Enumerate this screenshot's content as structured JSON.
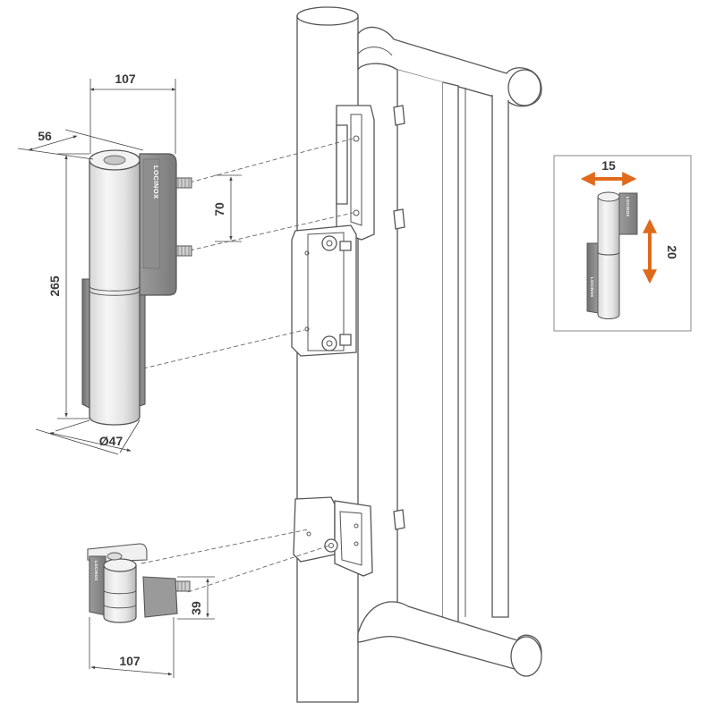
{
  "dimensions": {
    "hinge_width": "107",
    "hinge_depth": "56",
    "hinge_height": "265",
    "hole_spacing": "70",
    "diameter": "Ø47",
    "bottom_hinge_width": "107",
    "bottom_hinge_height": "39"
  },
  "inset": {
    "horizontal_adjust": "15",
    "vertical_adjust": "20"
  },
  "brand_text": "LOCINOX",
  "colors": {
    "arrow": "#e06a1b",
    "leaf": "#8a8a8a",
    "barrel_light": "#ececec",
    "outline": "#555555"
  }
}
